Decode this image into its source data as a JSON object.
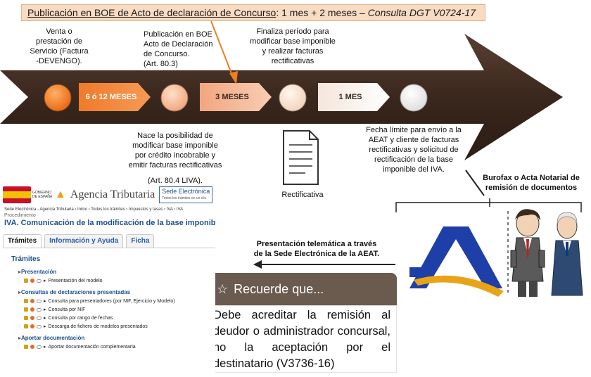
{
  "banner": {
    "part1": "Publicación en BOE de Acto de declaración de Concurso",
    "part2": ": 1 mes + 2 meses – ",
    "part3": "Consulta DGT V0724-17"
  },
  "timeline": {
    "step1": [
      "Venta o",
      "prestación de",
      "Servicio (Factura",
      "-DEVENGO)."
    ],
    "step2": [
      "Publicación en BOE",
      "Acto de Declaración",
      "de Concurso.",
      "(Art. 80.3)"
    ],
    "step3": [
      "Finaliza período  para",
      "modificar base imponible",
      "y realizar facturas",
      "rectificativas"
    ],
    "chev1": "6 ó 12 MESES",
    "chev2": "3 MESES",
    "chev3": "1 MES",
    "below1": [
      "Nace la posibilidad de",
      "modificar  base imponible",
      "por crédito incobrable y",
      "emitir facturas rectificativas"
    ],
    "below1_art": "(Art. 80.4 LIVA).",
    "doc_label": "Rectificativa",
    "below2": [
      "Fecha límite para envío a la",
      "AEAT y cliente de facturas",
      "rectificativas y solicitud de",
      "rectificación de la base",
      "imponible  del IVA."
    ]
  },
  "burofax": [
    "Burofax o Acta Notarial de",
    "remisión de documentos"
  ],
  "presentacion": [
    "Presentación telemática a través",
    "de la Sede Electrónica de la AEAT."
  ],
  "recuerde": {
    "title": "Recuerde que...",
    "body": "Debe acreditar la remisión al deudor o administrador concursal, no la aceptación por el destinatario (V3736-16)"
  },
  "aeat": {
    "gob": "GOBIERNO DE ESPAÑA",
    "name": "Agencia Tributaria",
    "sede": "Sede Electrónica",
    "sede_sub": "Todos los trámites en un clic",
    "crumb": "Sede Electrónica - Agencia Tributaria  ›  Inicio  ›  Todos los trámites  ›  Impuestos y tasas  ›  IVA  ›  IVA",
    "proc": "Procedimiento",
    "title": "IVA. Comunicación de la modificación de la base imponible",
    "tabs": [
      "Trámites",
      "Información y Ayuda",
      "Ficha"
    ],
    "section": "Trámites",
    "groups": [
      {
        "title": "Presentación",
        "items": [
          "Presentación del modelo"
        ]
      },
      {
        "title": "Consultas de declaraciones presentadas",
        "items": [
          "Consulta para presentadores (por NIF, Ejercicio y Modelo)",
          "Consulta por NIF",
          "Consulta por rango de fechas",
          "Descarga de fichero de modelos presentados"
        ]
      },
      {
        "title": "Aportar documentación",
        "items": [
          "Aportar documentación complementaria"
        ]
      }
    ]
  },
  "colors": {
    "arrow": "#3e2a20",
    "orange": "#ef7d22",
    "banner": "#f7dcc3",
    "recuerde": "#6b5a4e",
    "aeat_blue": "#1d4f91"
  }
}
